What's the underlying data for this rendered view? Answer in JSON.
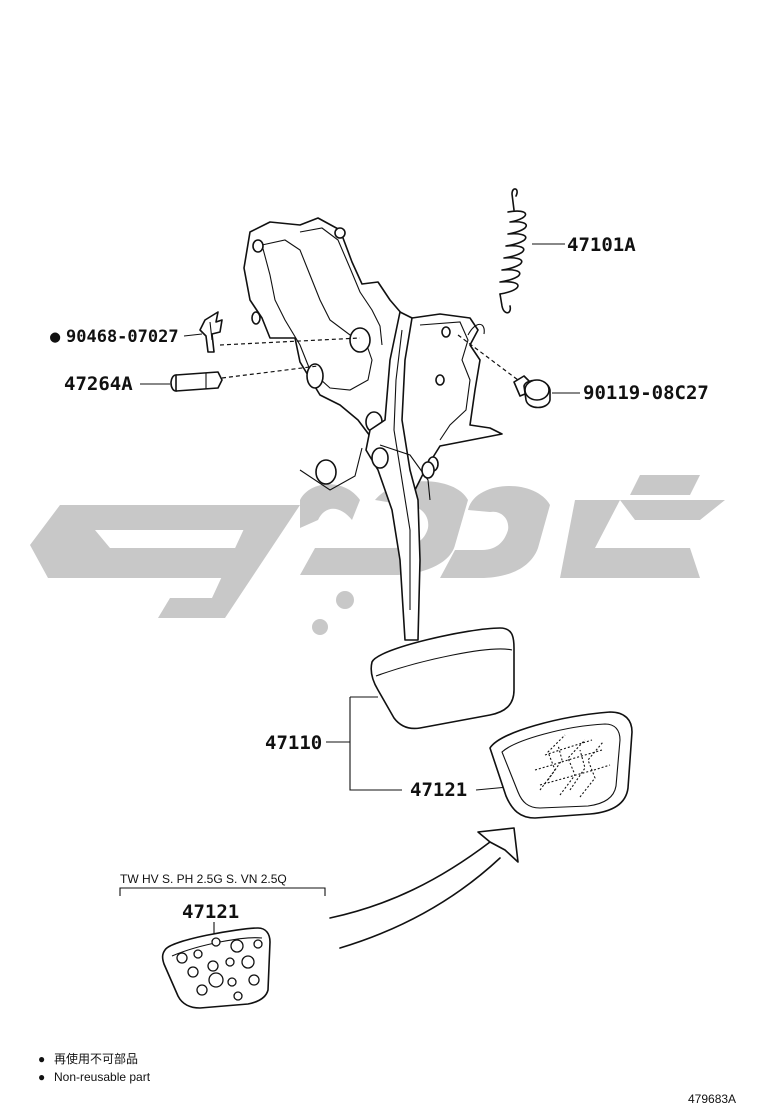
{
  "labels": {
    "spring": "47101A",
    "clip": "90468-07027",
    "pin": "47264A",
    "bolt": "90119-08C27",
    "pedal_assy": "47110",
    "pad": "47121",
    "pad_alt": "47121"
  },
  "variant_note": "TW HV S. PH 2.5G S. VN 2.5Q",
  "legend": {
    "bullet_symbol": "●",
    "jp_text": "再使用不可部品",
    "en_text": "Non-reusable part"
  },
  "figure_id": "479683A",
  "watermark_color": "#c8c8c8",
  "line_color": "#111111"
}
